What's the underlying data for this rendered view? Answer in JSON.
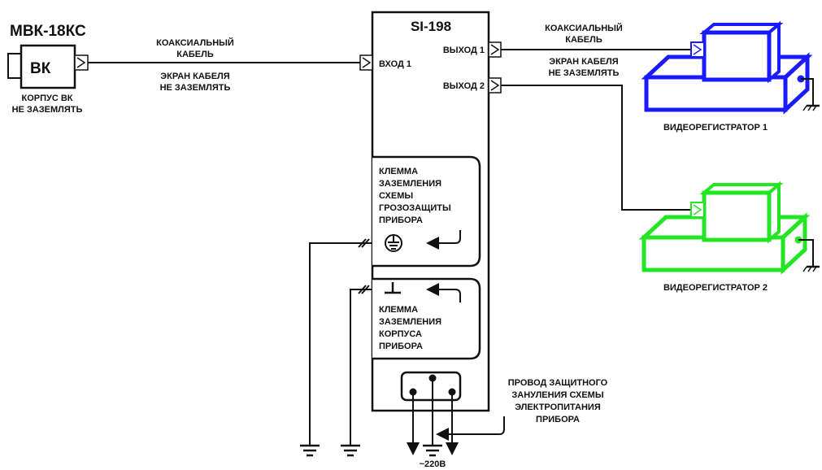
{
  "camera": {
    "model": "МВК-18КС",
    "box_label": "ВК",
    "note_line1": "КОРПУС ВК",
    "note_line2": "НЕ ЗАЗЕМЛЯТЬ"
  },
  "cable_left": {
    "line1": "КОАКСИАЛЬНЫЙ",
    "line2": "КАБЕЛЬ",
    "line3": "ЭКРАН КАБЕЛЯ",
    "line4": "НЕ ЗАЗЕМЛЯТЬ"
  },
  "device": {
    "title": "SI-198",
    "input1": "ВХОД 1",
    "output1": "ВЫХОД 1",
    "output2": "ВЫХОД 2",
    "lightning_ground": [
      "КЛЕММА",
      "ЗАЗЕМЛЕНИЯ",
      "СХЕМЫ",
      "ГРОЗОЗАЩИТЫ",
      "ПРИБОРА"
    ],
    "case_ground": [
      "КЛЕММА",
      "ЗАЗЕМЛЕНИЯ",
      "КОРПУСА",
      "ПРИБОРА"
    ]
  },
  "cable_right": {
    "line1": "КОАКСИАЛЬНЫЙ",
    "line2": "КАБЕЛЬ",
    "line3": "ЭКРАН КАБЕЛЯ",
    "line4": "НЕ ЗАЗЕМЛЯТЬ"
  },
  "recorders": [
    {
      "label": "ВИДЕОРЕГИСТРАТОР 1",
      "color": "#1a1aff"
    },
    {
      "label": "ВИДЕОРЕГИСТРАТОР 2",
      "color": "#22e622"
    }
  ],
  "power": {
    "wire_note": [
      "ПРОВОД ЗАЩИТНОГО",
      "ЗАНУЛЕНИЯ СХЕМЫ",
      "ЭЛЕКТРОПИТАНИЯ",
      "ПРИБОРА"
    ],
    "voltage": "~220В"
  }
}
